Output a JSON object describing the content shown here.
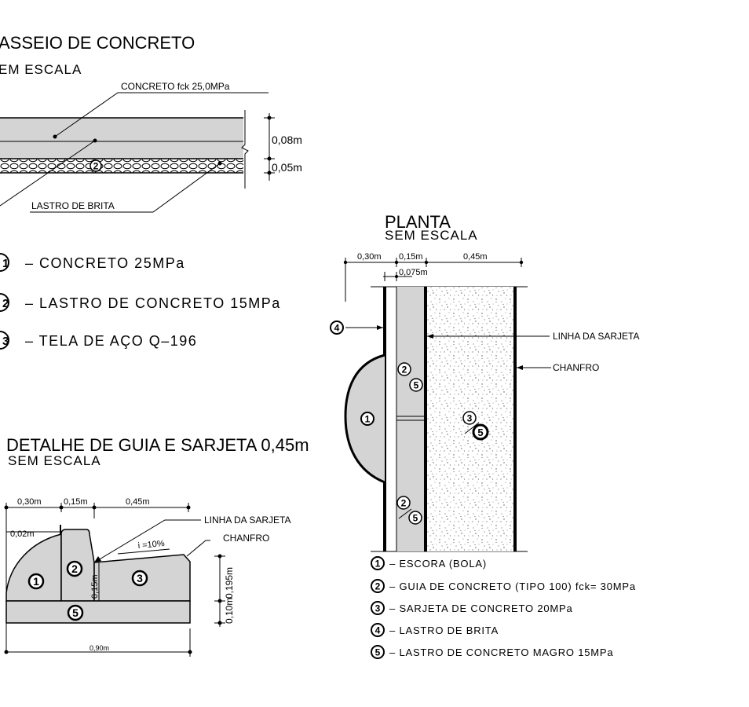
{
  "passeio": {
    "title": "ASSEIO DE CONCRETO",
    "subtitle": "EM  ESCALA",
    "label_concreto": "CONCRETO  fck  25,0MPa",
    "label_lastro": "LASTRO  DE  BRITA",
    "dim_top": "0,08m",
    "dim_bottom": "0,05m",
    "marker": "2",
    "legend": [
      {
        "num": "1",
        "text": "–  CONCRETO  25MPa"
      },
      {
        "num": "2",
        "text": "–  LASTRO  DE  CONCRETO  15MPa"
      },
      {
        "num": "3",
        "text": "–  TELA  DE  AÇO  Q–196"
      }
    ]
  },
  "detalhe": {
    "title": "DETALHE DE GUIA E SARJETA 0,45m",
    "subtitle": "SEM  ESCALA",
    "dims_top": [
      "0,30m",
      "0,15m",
      "0,45m"
    ],
    "dim_002": "0,02m",
    "dim_015": "0,15m",
    "dim_0195": "0,195m",
    "dim_010": "0,10m",
    "dim_total": "0,90m",
    "slope": "i =10%",
    "label_linha": "LINHA  DA  SARJETA",
    "label_chanfro": "CHANFRO",
    "markers": [
      "1",
      "2",
      "3",
      "5"
    ]
  },
  "planta": {
    "title": "PLANTA",
    "subtitle": "SEM  ESCALA",
    "dims_top": [
      "0,30m",
      "0,15m",
      "0,45m"
    ],
    "dim_0075": "0,075m",
    "label_linha": "LINHA DA SARJETA",
    "label_chanfro": "CHANFRO",
    "markers": [
      "4",
      "1",
      "2",
      "5",
      "3",
      "5",
      "2",
      "5"
    ],
    "legend": [
      {
        "num": "1",
        "text": "–  ESCORA  (BOLA)"
      },
      {
        "num": "2",
        "text": "–  GUIA  DE  CONCRETO  (TIPO  100)  fck=  30MPa"
      },
      {
        "num": "3",
        "text": "–  SARJETA  DE  CONCRETO  20MPa"
      },
      {
        "num": "4",
        "text": "–  LASTRO  DE  BRITA"
      },
      {
        "num": "5",
        "text": "–  LASTRO  DE  CONCRETO  MAGRO  15MPa"
      }
    ]
  }
}
